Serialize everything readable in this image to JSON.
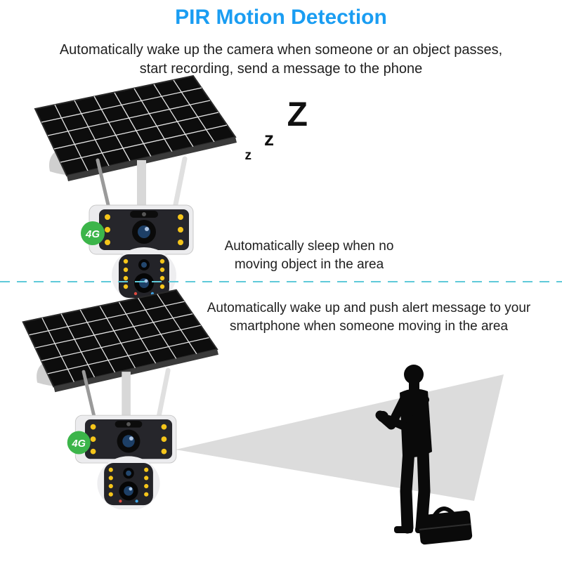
{
  "title": "PIR Motion Detection",
  "intro": "Automatically wake up the camera when someone or an object passes, start recording, send a message to the phone",
  "sleep_note": "Automatically sleep when no moving object in the area",
  "wake_note": "Automatically wake up and push alert message to your smartphone when someone moving in the area",
  "zzz": [
    "Z",
    "z",
    "z"
  ],
  "camera": {
    "badge": "4G"
  },
  "colors": {
    "title_blue": "#1a9df2",
    "divider_teal": "#5fc9d9",
    "beam_gray": "#dcdcdc",
    "silhouette_black": "#0a0a0a",
    "badge_green": "#3cb54a",
    "led_yellow": "#f5c51a",
    "panel_black": "#0d0d0d"
  }
}
